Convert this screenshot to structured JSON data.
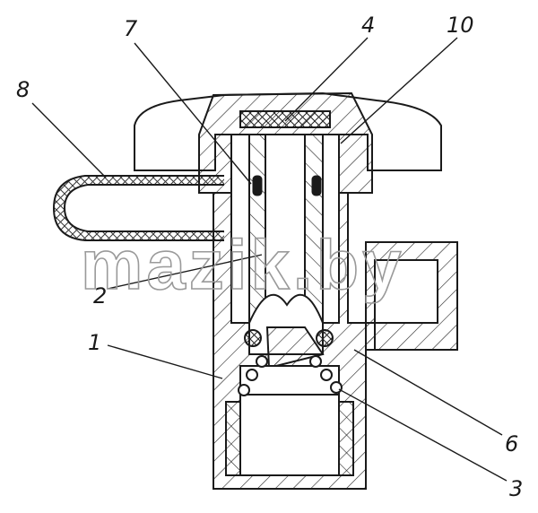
{
  "figure": {
    "callouts": [
      "7",
      "4",
      "10",
      "8",
      "2",
      "1",
      "6",
      "3"
    ]
  },
  "watermark": {
    "text": "mazik.by"
  },
  "colors": {
    "ink": "#1a1a1a",
    "paper": "#ffffff",
    "watermark": "#9a9a9a"
  }
}
